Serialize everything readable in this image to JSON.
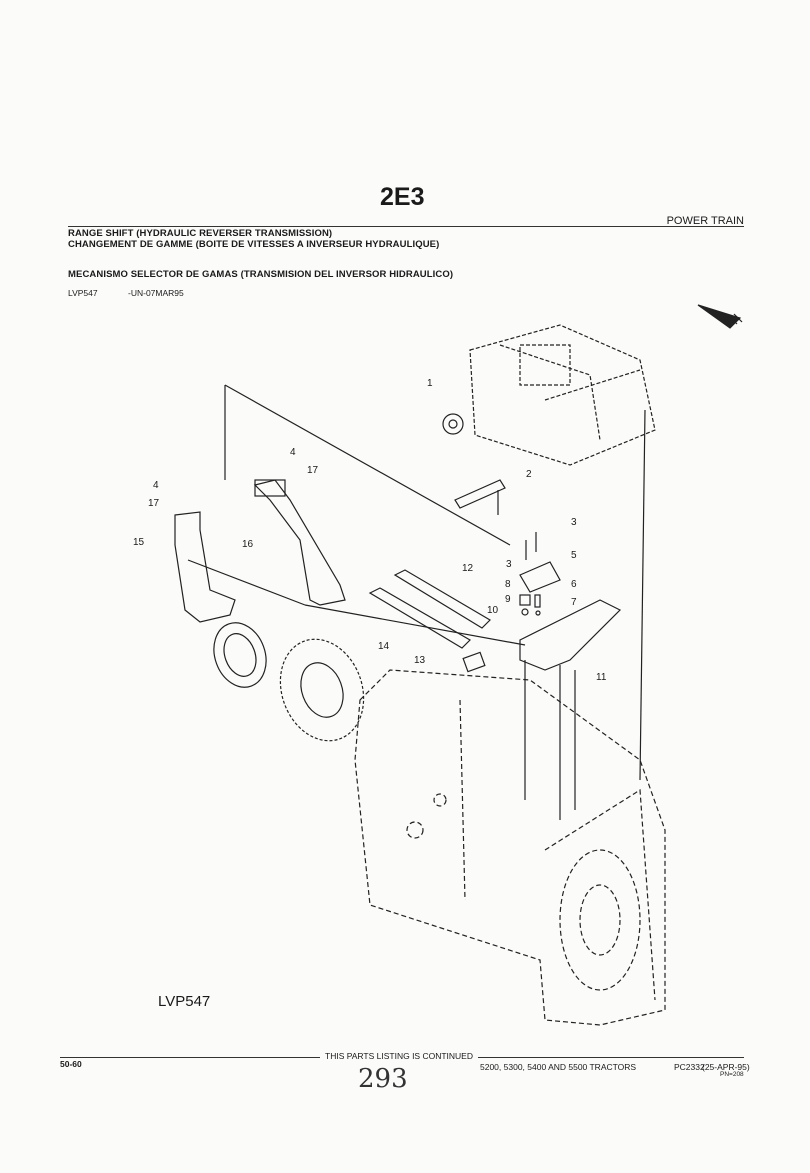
{
  "header": {
    "section_code": "2E3",
    "category": "POWER TRAIN",
    "title_en": "RANGE SHIFT (HYDRAULIC REVERSER TRANSMISSION)",
    "title_fr": "CHANGEMENT DE GAMME (BOITE DE VITESSES A INVERSEUR HYDRAULIQUE)",
    "title_es": "MECANISMO SELECTOR DE GAMAS (TRANSMISION DEL INVERSOR HIDRAULICO)",
    "illustration_id": "LVP547",
    "illustration_ref": "-UN-07MAR95"
  },
  "diagram": {
    "label": "LVP547",
    "callouts": [
      "1",
      "2",
      "3",
      "3",
      "4",
      "17",
      "4",
      "17",
      "5",
      "6",
      "7",
      "8",
      "9",
      "10",
      "11",
      "12",
      "13",
      "14",
      "15",
      "16"
    ]
  },
  "footer": {
    "page": "50-60",
    "continued": "THIS PARTS LISTING IS CONTINUED",
    "models": "5200, 5300, 5400 AND 5500 TRACTORS",
    "catalog": "PC2332",
    "date": "(25-APR-95)",
    "pn": "PN=208",
    "handwritten": "293"
  }
}
